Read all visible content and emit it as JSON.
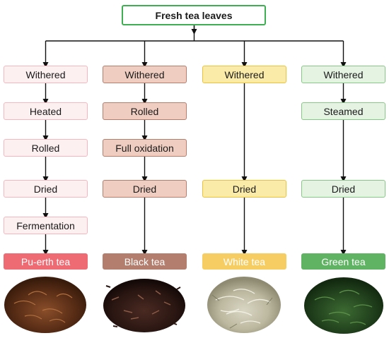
{
  "root": {
    "label": "Fresh tea leaves"
  },
  "columns": [
    {
      "steps": [
        "Withered",
        "Heated",
        "Rolled",
        "Dried",
        "Fermentation"
      ],
      "product": "Pu-erth tea",
      "colors": {
        "fill": "#fdf0f1",
        "border": "#f5b7bd",
        "product": "#ee6b74"
      }
    },
    {
      "steps": [
        "Withered",
        "Rolled",
        "Full oxidation",
        "Dried"
      ],
      "product": "Black tea",
      "colors": {
        "fill": "#efcdc0",
        "border": "#b47d6c",
        "product": "#b37e6d"
      }
    },
    {
      "steps": [
        "Withered",
        "Dried"
      ],
      "product": "White tea",
      "colors": {
        "fill": "#fbeba9",
        "border": "#ecc23c",
        "product": "#f6cd62"
      }
    },
    {
      "steps": [
        "Withered",
        "Steamed",
        "Dried"
      ],
      "product": "Green tea",
      "colors": {
        "fill": "#e5f3e3",
        "border": "#88c886",
        "product": "#5fb363"
      }
    }
  ],
  "images": [
    "pu-erh-leaves-image",
    "black-tea-leaves-image",
    "white-tea-leaves-image",
    "green-tea-leaves-image"
  ]
}
